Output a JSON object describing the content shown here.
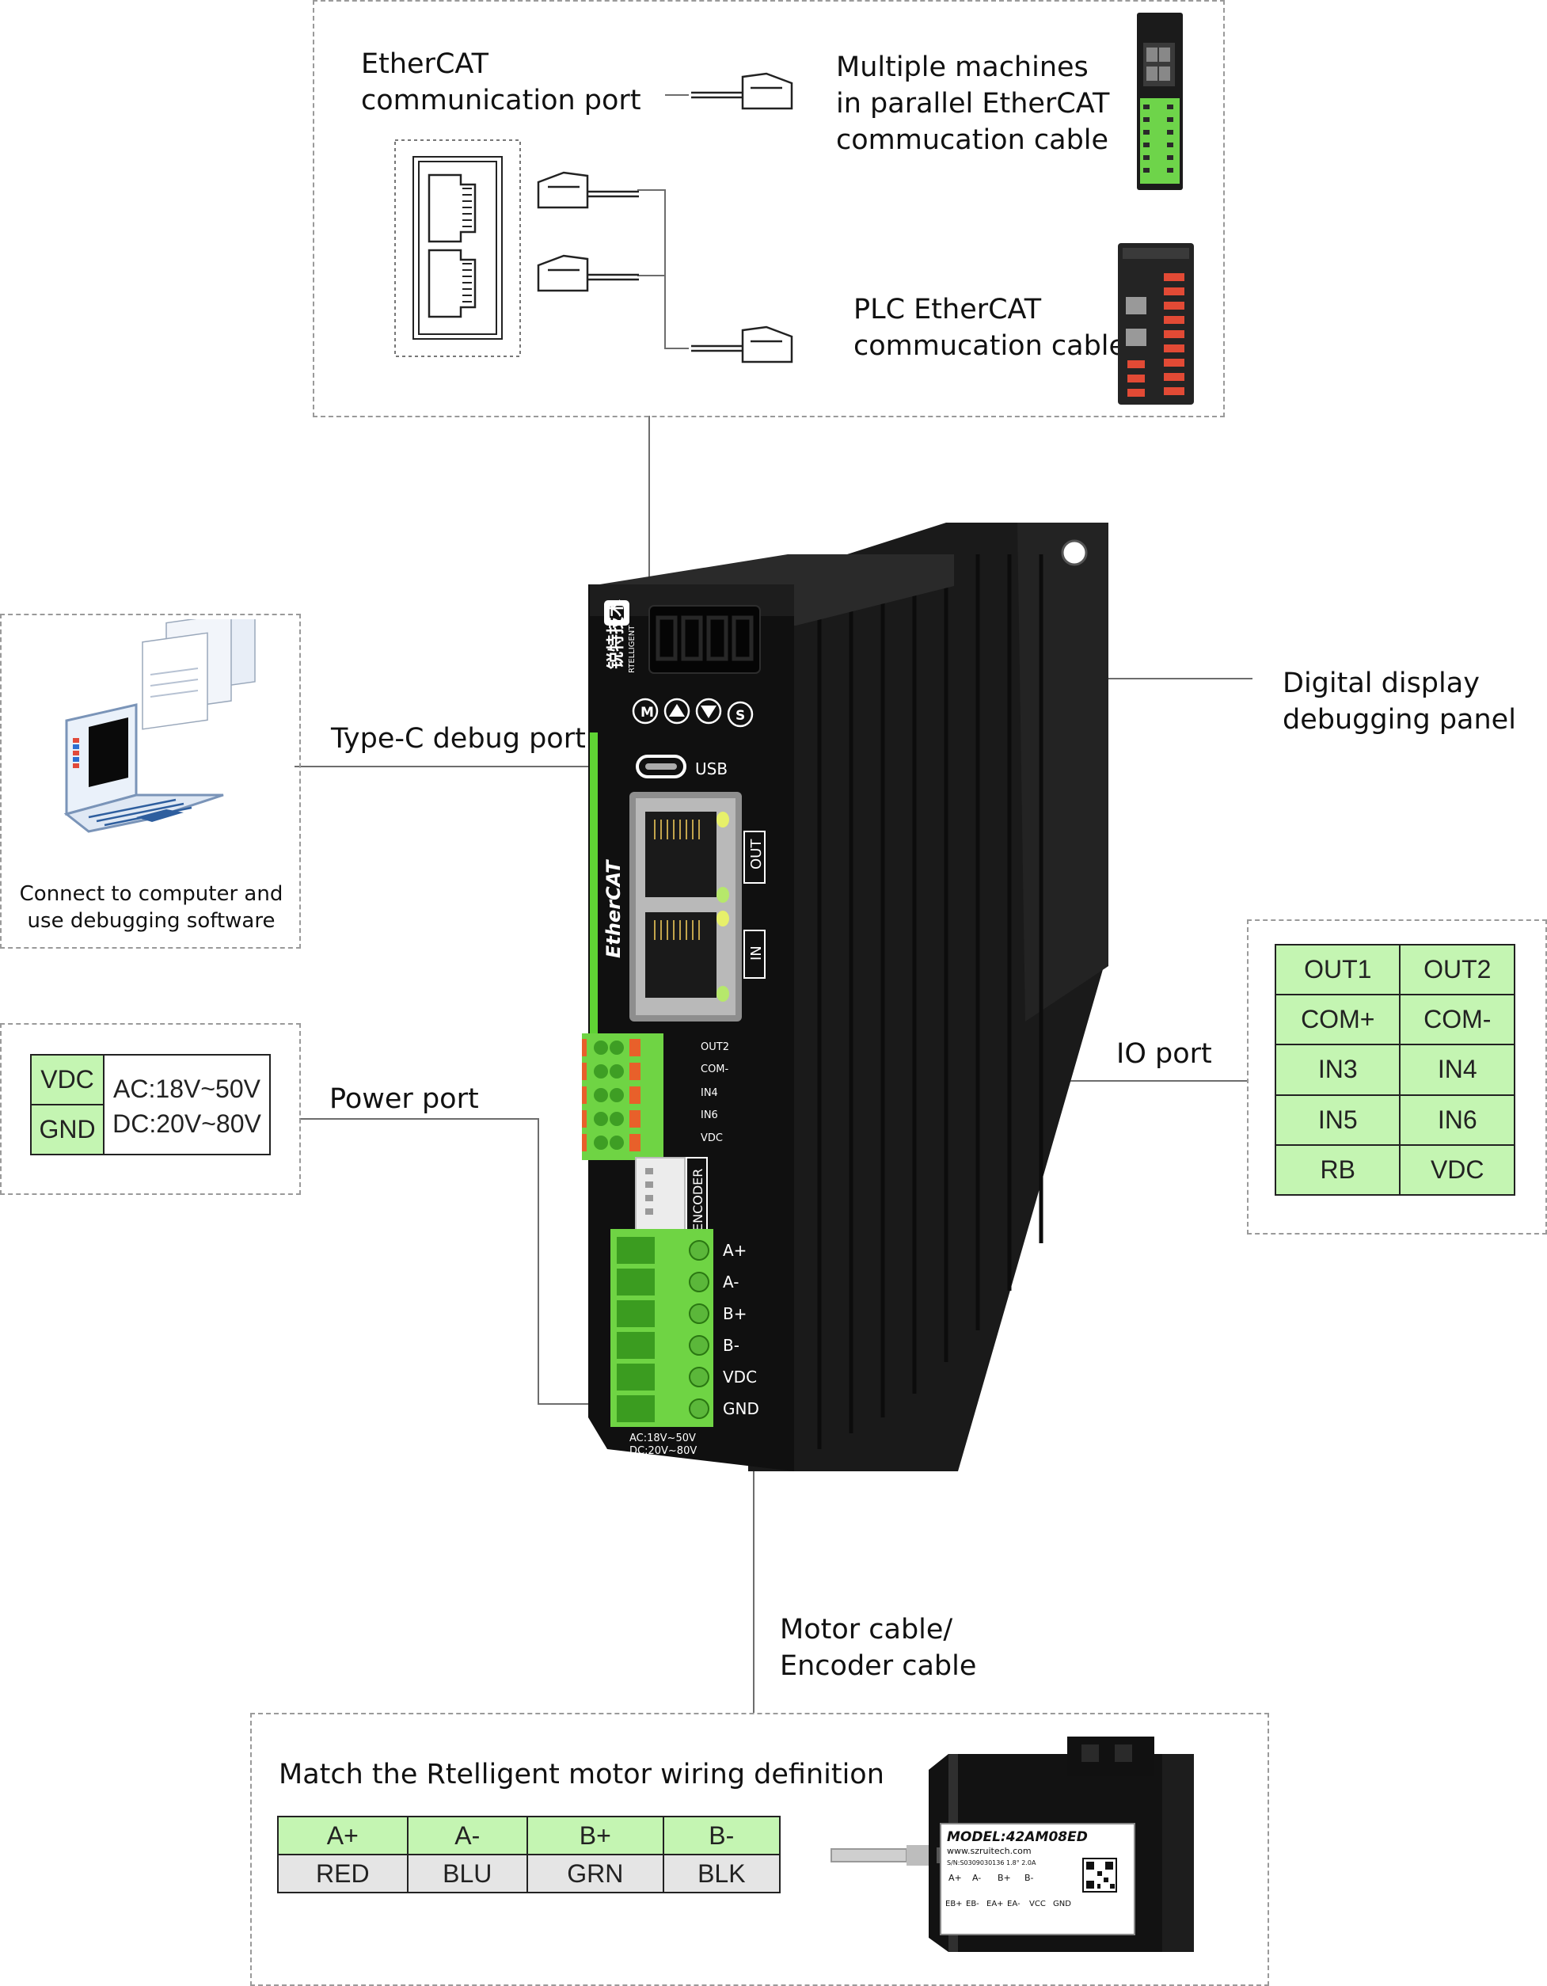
{
  "ethercat_box": {
    "port_label": "EtherCAT\ncommunication port",
    "parallel_label": "Multiple machines\nin parallel EtherCAT\ncommucation cable",
    "plc_label": "PLC EtherCAT\ncommucation cable"
  },
  "computer_box": {
    "caption": "Connect to computer and\nuse debugging software"
  },
  "callouts": {
    "typec": "Type-C debug port",
    "digital_display": "Digital display\ndebugging panel",
    "io_port": "IO port",
    "power_port": "Power port",
    "motor_cable": "Motor cable/\nEncoder cable"
  },
  "power_table": {
    "rows": [
      {
        "name": "VDC"
      },
      {
        "name": "GND"
      }
    ],
    "ranges": [
      "AC:18V~50V",
      "DC:20V~80V"
    ]
  },
  "io_table": {
    "rows": [
      [
        "OUT1",
        "OUT2"
      ],
      [
        "COM+",
        "COM-"
      ],
      [
        "IN3",
        "IN4"
      ],
      [
        "IN5",
        "IN6"
      ],
      [
        "RB",
        "VDC"
      ]
    ]
  },
  "motor_box": {
    "title": "Match the Rtelligent motor wiring definition",
    "headers": [
      "A+",
      "A-",
      "B+",
      "B-"
    ],
    "colors": [
      "RED",
      "BLU",
      "GRN",
      "BLK"
    ]
  },
  "device": {
    "brand_cn": "锐特技术",
    "brand_en": "RTELLIGENT",
    "buttons": [
      "M",
      "▲",
      "▼",
      "S"
    ],
    "usb": "USB",
    "out": "OUT",
    "in": "IN",
    "ethercat_logo": "EtherCAT",
    "io_pins": [
      "OUT2",
      "COM-",
      "IN4",
      "IN6",
      "VDC"
    ],
    "encoder": "ENCODER",
    "motor_pins": [
      "A+",
      "A-",
      "B+",
      "B-",
      "VDC",
      "GND"
    ],
    "bottom_text": [
      "AC:18V~50V",
      "DC:20V~80V"
    ]
  },
  "motor_label": {
    "model": "MODEL:42AM08ED",
    "url": "www.szruitech.com",
    "serial": "S/N:S0309030136  1.8°  2.0A",
    "row1": [
      "A+",
      "A-",
      "B+",
      "B-"
    ],
    "row2": [
      "EB+",
      "EB-",
      "EA+",
      "EA-",
      "VCC",
      "GND"
    ]
  }
}
